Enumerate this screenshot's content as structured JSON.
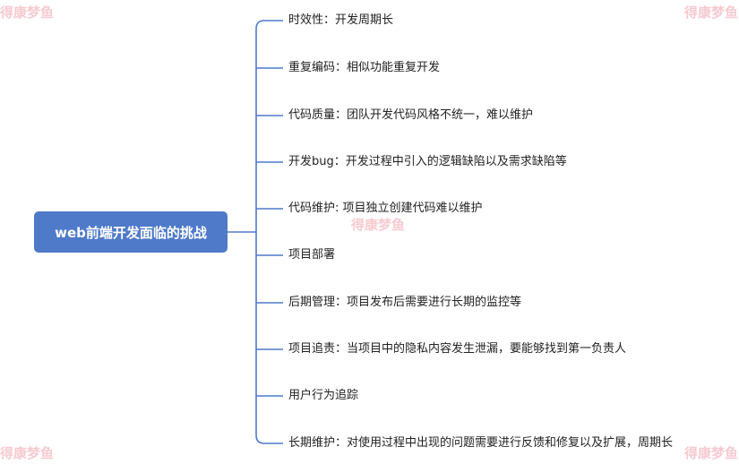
{
  "mindmap": {
    "root": "web前端开发面临的挑战",
    "branches": [
      "时效性：开发周期长",
      "重复编码：相似功能重复开发",
      "代码质量：团队开发代码风格不统一，难以维护",
      "开发bug：开发过程中引入的逻辑缺陷以及需求缺陷等",
      "代码维护: 项目独立创建代码难以维护",
      "项目部署",
      "后期管理：项目发布后需要进行长期的监控等",
      "项目追责：当项目中的隐私内容发生泄漏，要能够找到第一负责人",
      "用户行为追踪",
      "长期维护：对使用过程中出现的问题需要进行反馈和修复以及扩展，周期长"
    ]
  },
  "watermark": {
    "text": "得康梦鱼",
    "color": "#f4b9c0"
  },
  "colors": {
    "node": "#4f7ac9",
    "line": "#4f7ac9",
    "text": "#222222"
  }
}
